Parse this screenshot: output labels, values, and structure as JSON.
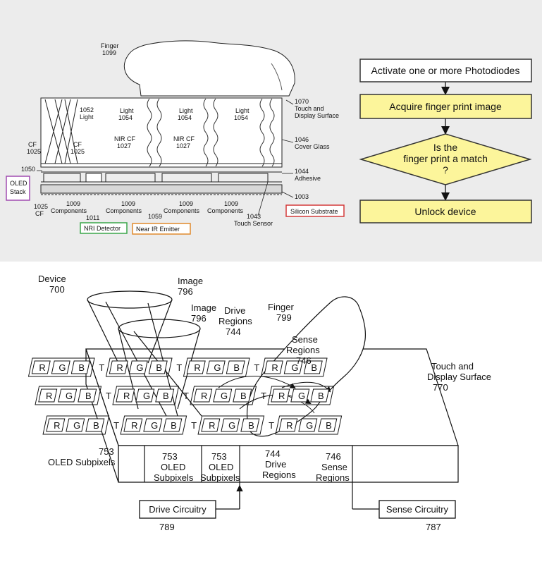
{
  "top_diagram": {
    "finger": [
      "Finger",
      "1099"
    ],
    "light_1052": [
      "1052",
      "Light"
    ],
    "light_1054": [
      "Light",
      "1054"
    ],
    "touch_surface": [
      "1070",
      "Touch and",
      "Display Surface"
    ],
    "cover_glass": [
      "1046",
      "Cover Glass"
    ],
    "adhesive": [
      "1044",
      "Adhesive"
    ],
    "substrate_num": "1003",
    "cf_1025": [
      "CF",
      "1025"
    ],
    "nir_cf": [
      "NIR CF",
      "1027"
    ],
    "ref_1050": "1050",
    "cf_bottom": [
      "1025",
      "CF"
    ],
    "components": [
      "1009",
      "Components"
    ],
    "ref_1011": "1011",
    "ref_1059": "1059",
    "touch_sensor": [
      "1043",
      "Touch Sensor"
    ],
    "oled_stack": [
      "OLED",
      "Stack"
    ],
    "nri_detector": "NRI Detector",
    "near_ir_emitter": "Near IR Emitter",
    "silicon_substrate": "Silicon Substrate"
  },
  "flowchart": {
    "step1": "Activate one or more Photodiodes",
    "step2": "Acquire finger print image",
    "decision": [
      "Is the",
      "finger print a match",
      "?"
    ],
    "step3": "Unlock device"
  },
  "bottom_diagram": {
    "device": [
      "Device",
      "700"
    ],
    "image": [
      "Image",
      "796"
    ],
    "drive_regions": [
      "Drive",
      "Regions",
      "744"
    ],
    "finger": [
      "Finger",
      "799"
    ],
    "sense_regions": [
      "Sense",
      "Regions",
      "746"
    ],
    "touch_surface": [
      "Touch and",
      "Display Surface",
      "770"
    ],
    "oled_subpixels_753": [
      "753",
      "OLED Subpixels"
    ],
    "oled_753_a": [
      "753",
      "OLED",
      "Subpixels"
    ],
    "drive_744": [
      "744",
      "Drive",
      "Regions"
    ],
    "sense_746": [
      "746",
      "Sense",
      "Regions"
    ],
    "drive_circuitry": "Drive Circuitry",
    "drive_circuitry_num": "789",
    "sense_circuitry": "Sense Circuitry",
    "sense_circuitry_num": "787",
    "cell_letters": [
      "R",
      "G",
      "B",
      "T"
    ]
  },
  "colors": {
    "flow_box_fill": "#fcf59b",
    "oled_box": "#a04bb0",
    "nri_box": "#3aa64a",
    "ir_box": "#e08a2c",
    "silicon_box": "#d33a3a"
  }
}
